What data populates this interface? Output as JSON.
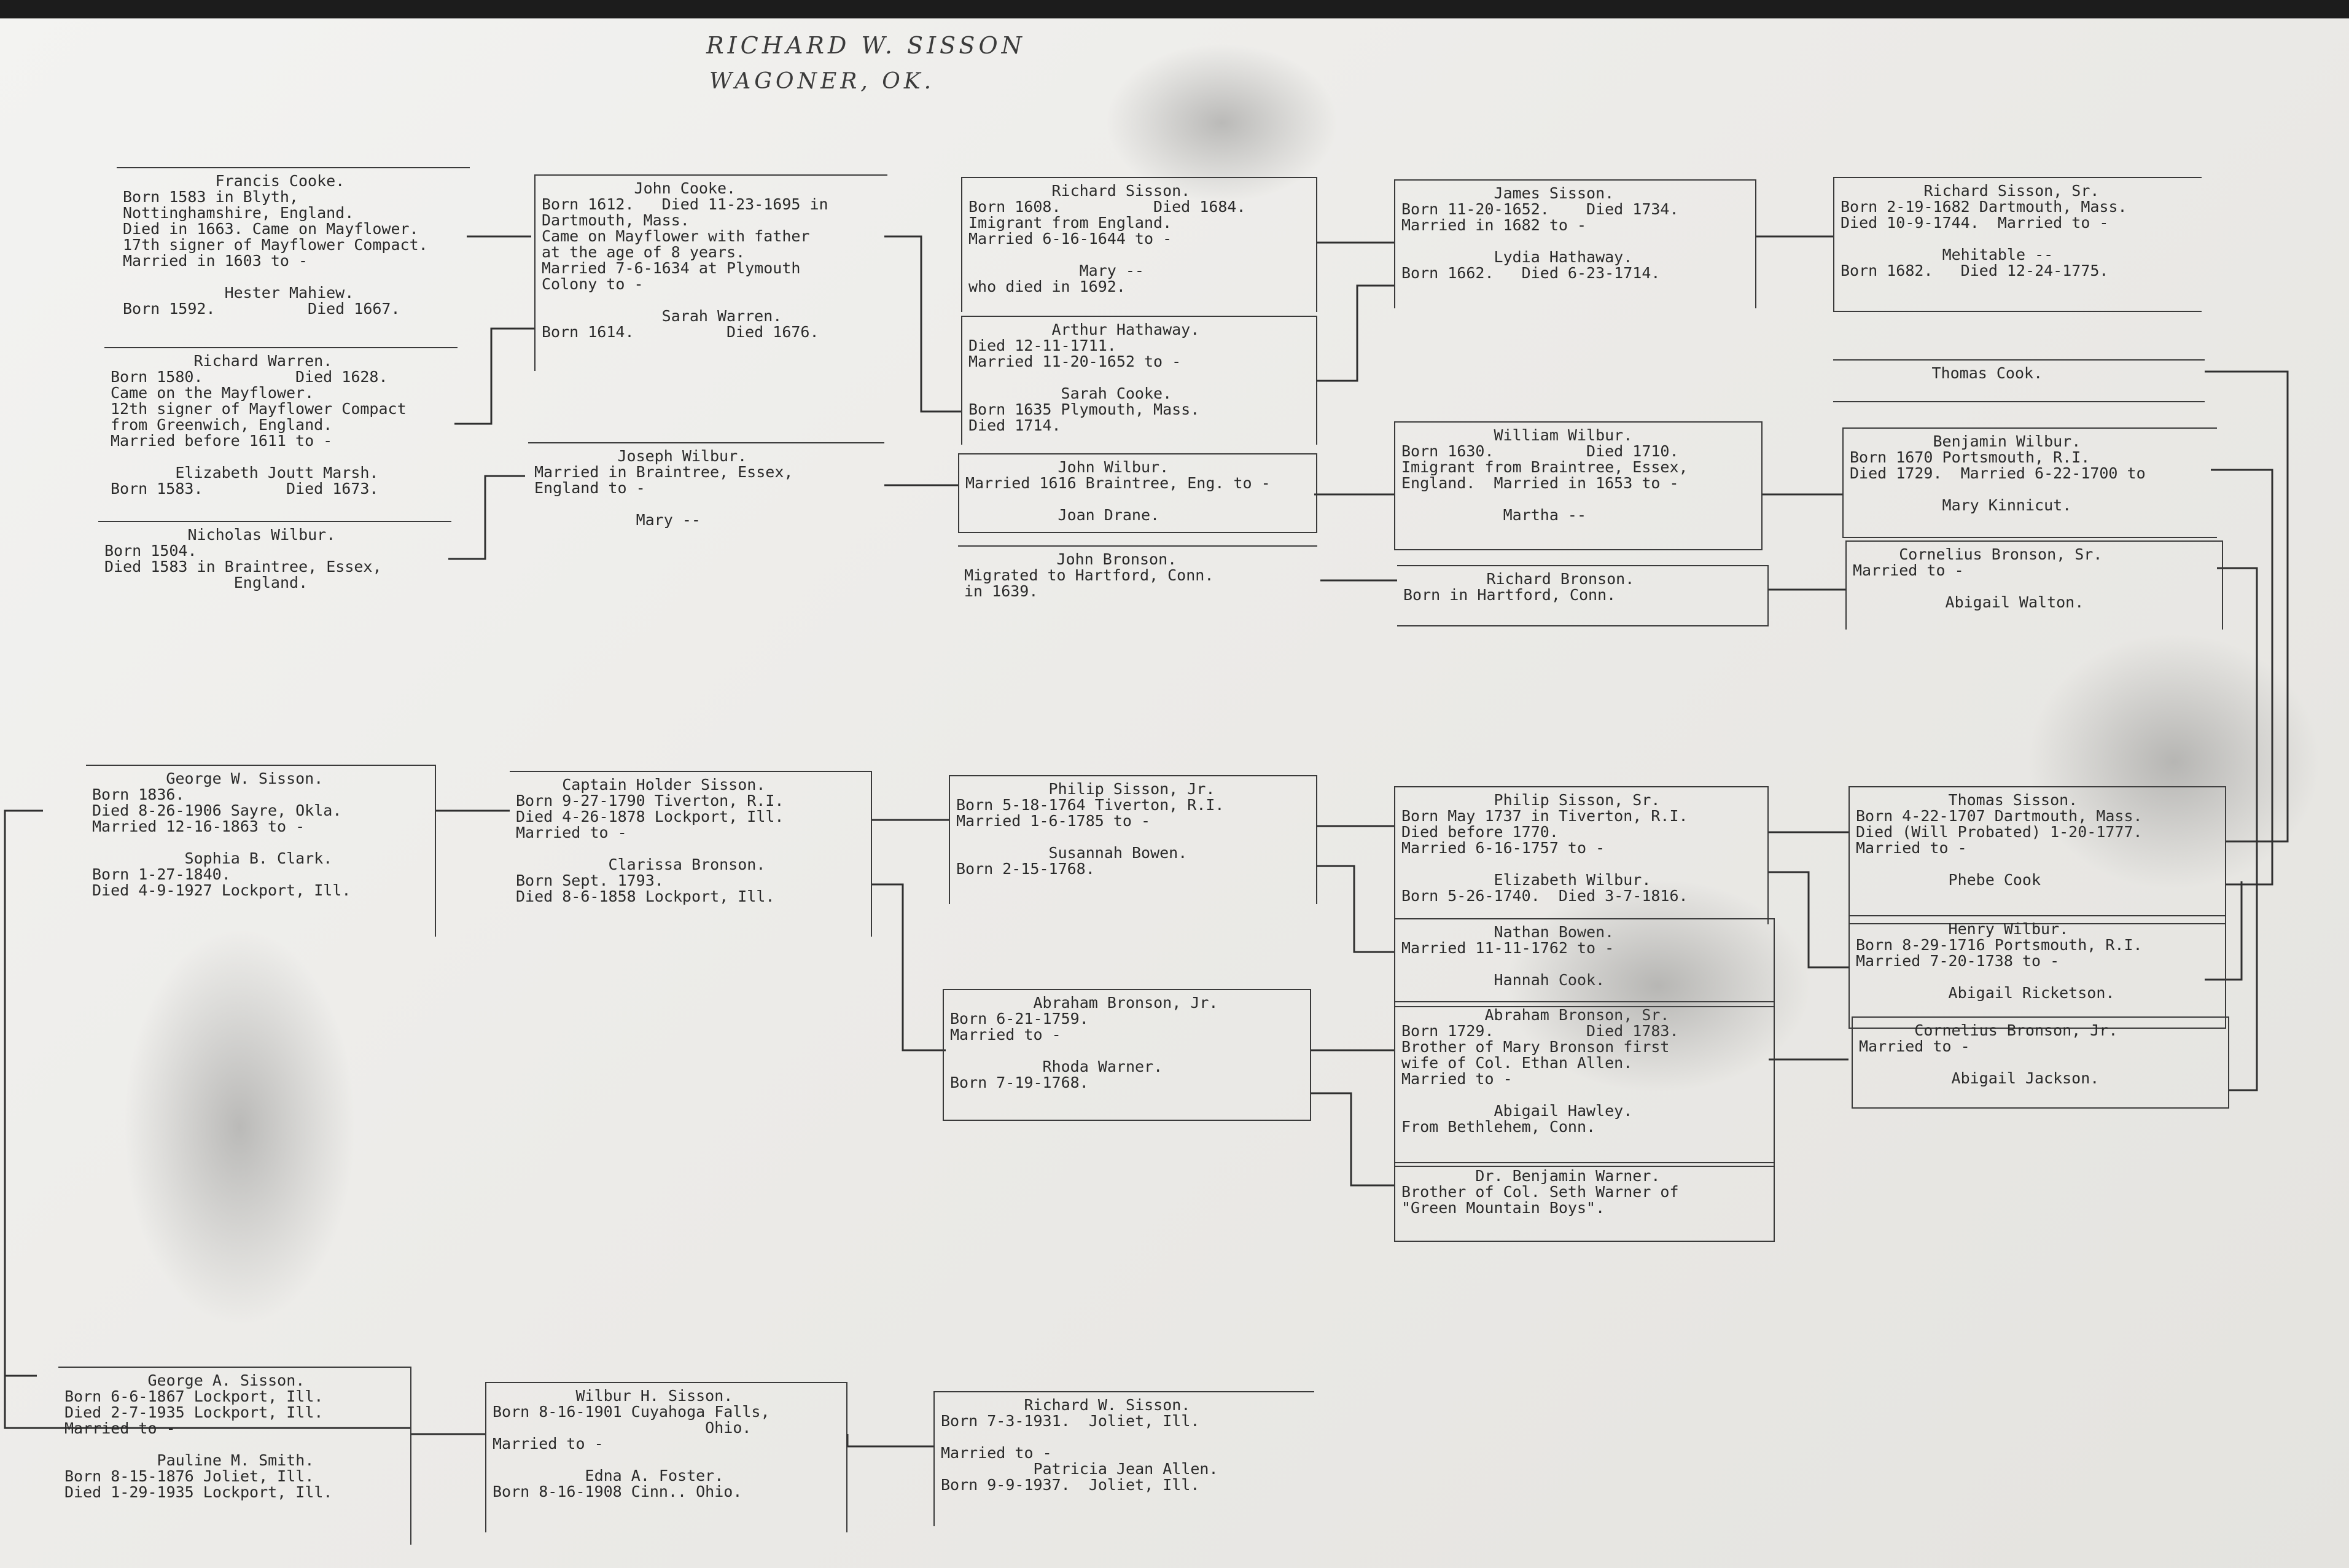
{
  "header": {
    "name": "RICHARD W. SISSON",
    "place": "WAGONER, OK."
  },
  "people": [
    {
      "id": "francis-cooke",
      "text": "          Francis Cooke.\nBorn 1583 in Blyth,\nNottinghamshire, England.\nDied in 1663. Came on Mayflower.\n17th signer of Mayflower Compact.\nMarried in 1603 to -\n\n           Hester Mahiew.\nBorn 1592.          Died 1667."
    },
    {
      "id": "richard-warren",
      "text": "         Richard Warren.\nBorn 1580.          Died 1628.\nCame on the Mayflower.\n12th signer of Mayflower Compact\nfrom Greenwich, England.\nMarried before 1611 to -\n\n       Elizabeth Joutt Marsh.\nBorn 1583.         Died 1673."
    },
    {
      "id": "nicholas-wilbur",
      "text": "         Nicholas Wilbur.\nBorn 1504.\nDied 1583 in Braintree, Essex,\n              England."
    },
    {
      "id": "john-cooke",
      "text": "          John Cooke.\nBorn 1612.   Died 11-23-1695 in\nDartmouth, Mass.\nCame on Mayflower with father\nat the age of 8 years.\nMarried 7-6-1634 at Plymouth\nColony to -\n\n             Sarah Warren.\nBorn 1614.          Died 1676."
    },
    {
      "id": "joseph-wilbur",
      "text": "         Joseph Wilbur.\nMarried in Braintree, Essex,\nEngland to -\n\n           Mary --"
    },
    {
      "id": "richard-sisson-1608",
      "text": "         Richard Sisson.\nBorn 1608.          Died 1684.\nImigrant from England.\nMarried 6-16-1644 to -\n\n            Mary --\nwho died in 1692."
    },
    {
      "id": "arthur-hathaway",
      "text": "         Arthur Hathaway.\nDied 12-11-1711.\nMarried 11-20-1652 to -\n\n          Sarah Cooke.\nBorn 1635 Plymouth, Mass.\nDied 1714."
    },
    {
      "id": "john-wilbur",
      "text": "          John Wilbur.\nMarried 1616 Braintree, Eng. to -\n\n          Joan Drane."
    },
    {
      "id": "john-bronson",
      "text": "          John Bronson.\nMigrated to Hartford, Conn.\nin 1639."
    },
    {
      "id": "james-sisson",
      "text": "          James Sisson.\nBorn 11-20-1652.    Died 1734.\nMarried in 1682 to -\n\n          Lydia Hathaway.\nBorn 1662.   Died 6-23-1714."
    },
    {
      "id": "william-wilbur",
      "text": "          William Wilbur.\nBorn 1630.          Died 1710.\nImigrant from Braintree, Essex,\nEngland.  Married in 1653 to -\n\n           Martha --"
    },
    {
      "id": "richard-bronson",
      "text": "         Richard Bronson.\nBorn in Hartford, Conn."
    },
    {
      "id": "richard-sisson-sr",
      "text": "         Richard Sisson, Sr.\nBorn 2-19-1682 Dartmouth, Mass.\nDied 10-9-1744.  Married to -\n\n           Mehitable --\nBorn 1682.   Died 12-24-1775."
    },
    {
      "id": "thomas-cook",
      "text": "          Thomas Cook."
    },
    {
      "id": "benjamin-wilbur",
      "text": "         Benjamin Wilbur.\nBorn 1670 Portsmouth, R.I.\nDied 1729.  Married 6-22-1700 to\n\n          Mary Kinnicut."
    },
    {
      "id": "cornelius-bronson-sr",
      "text": "     Cornelius Bronson, Sr.\nMarried to -\n\n          Abigail Walton."
    },
    {
      "id": "george-w-sisson",
      "text": "        George W. Sisson.\nBorn 1836.\nDied 8-26-1906 Sayre, Okla.\nMarried 12-16-1863 to -\n\n          Sophia B. Clark.\nBorn 1-27-1840.\nDied 4-9-1927 Lockport, Ill."
    },
    {
      "id": "holder-sisson",
      "text": "     Captain Holder Sisson.\nBorn 9-27-1790 Tiverton, R.I.\nDied 4-26-1878 Lockport, Ill.\nMarried to -\n\n          Clarissa Bronson.\nBorn Sept. 1793.\nDied 8-6-1858 Lockport, Ill."
    },
    {
      "id": "philip-sisson-jr",
      "text": "          Philip Sisson, Jr.\nBorn 5-18-1764 Tiverton, R.I.\nMarried 1-6-1785 to -\n\n          Susannah Bowen.\nBorn 2-15-1768."
    },
    {
      "id": "abraham-bronson-jr",
      "text": "         Abraham Bronson, Jr.\nBorn 6-21-1759.\nMarried to -\n\n          Rhoda Warner.\nBorn 7-19-1768."
    },
    {
      "id": "philip-sisson-sr",
      "text": "          Philip Sisson, Sr.\nBorn May 1737 in Tiverton, R.I.\nDied before 1770.\nMarried 6-16-1757 to -\n\n          Elizabeth Wilbur.\nBorn 5-26-1740.  Died 3-7-1816."
    },
    {
      "id": "nathan-bowen",
      "text": "          Nathan Bowen.\nMarried 11-11-1762 to -\n\n          Hannah Cook."
    },
    {
      "id": "abraham-bronson-sr",
      "text": "         Abraham Bronson, Sr.\nBorn 1729.          Died 1783.\nBrother of Mary Bronson first\nwife of Col. Ethan Allen.\nMarried to -\n\n          Abigail Hawley.\nFrom Bethlehem, Conn."
    },
    {
      "id": "benjamin-warner",
      "text": "        Dr. Benjamin Warner.\nBrother of Col. Seth Warner of\n\"Green Mountain Boys\"."
    },
    {
      "id": "thomas-sisson",
      "text": "          Thomas Sisson.\nBorn 4-22-1707 Dartmouth, Mass.\nDied (Will Probated) 1-20-1777.\nMarried to -\n\n          Phebe Cook"
    },
    {
      "id": "henry-wilbur",
      "text": "          Henry Wilbur.\nBorn 8-29-1716 Portsmouth, R.I.\nMarried 7-20-1738 to -\n\n          Abigail Ricketson."
    },
    {
      "id": "cornelius-bronson-jr",
      "text": "      Cornelius Bronson, Jr.\nMarried to -\n\n          Abigail Jackson."
    },
    {
      "id": "george-a-sisson",
      "text": "         George A. Sisson.\nBorn 6-6-1867 Lockport, Ill.\nDied 2-7-1935 Lockport, Ill.\nMarried to -\n\n          Pauline M. Smith.\nBorn 8-15-1876 Joliet, Ill.\nDied 1-29-1935 Lockport, Ill."
    },
    {
      "id": "wilbur-h-sisson",
      "text": "         Wilbur H. Sisson.\nBorn 8-16-1901 Cuyahoga Falls,\n                       Ohio.\nMarried to -\n\n          Edna A. Foster.\nBorn 8-16-1908 Cinn.. Ohio."
    },
    {
      "id": "richard-w-sisson",
      "text": "         Richard W. Sisson.\nBorn 7-3-1931.  Joliet, Ill.\n\nMarried to -\n          Patricia Jean Allen.\nBorn 9-9-1937.  Joliet, Ill."
    }
  ]
}
